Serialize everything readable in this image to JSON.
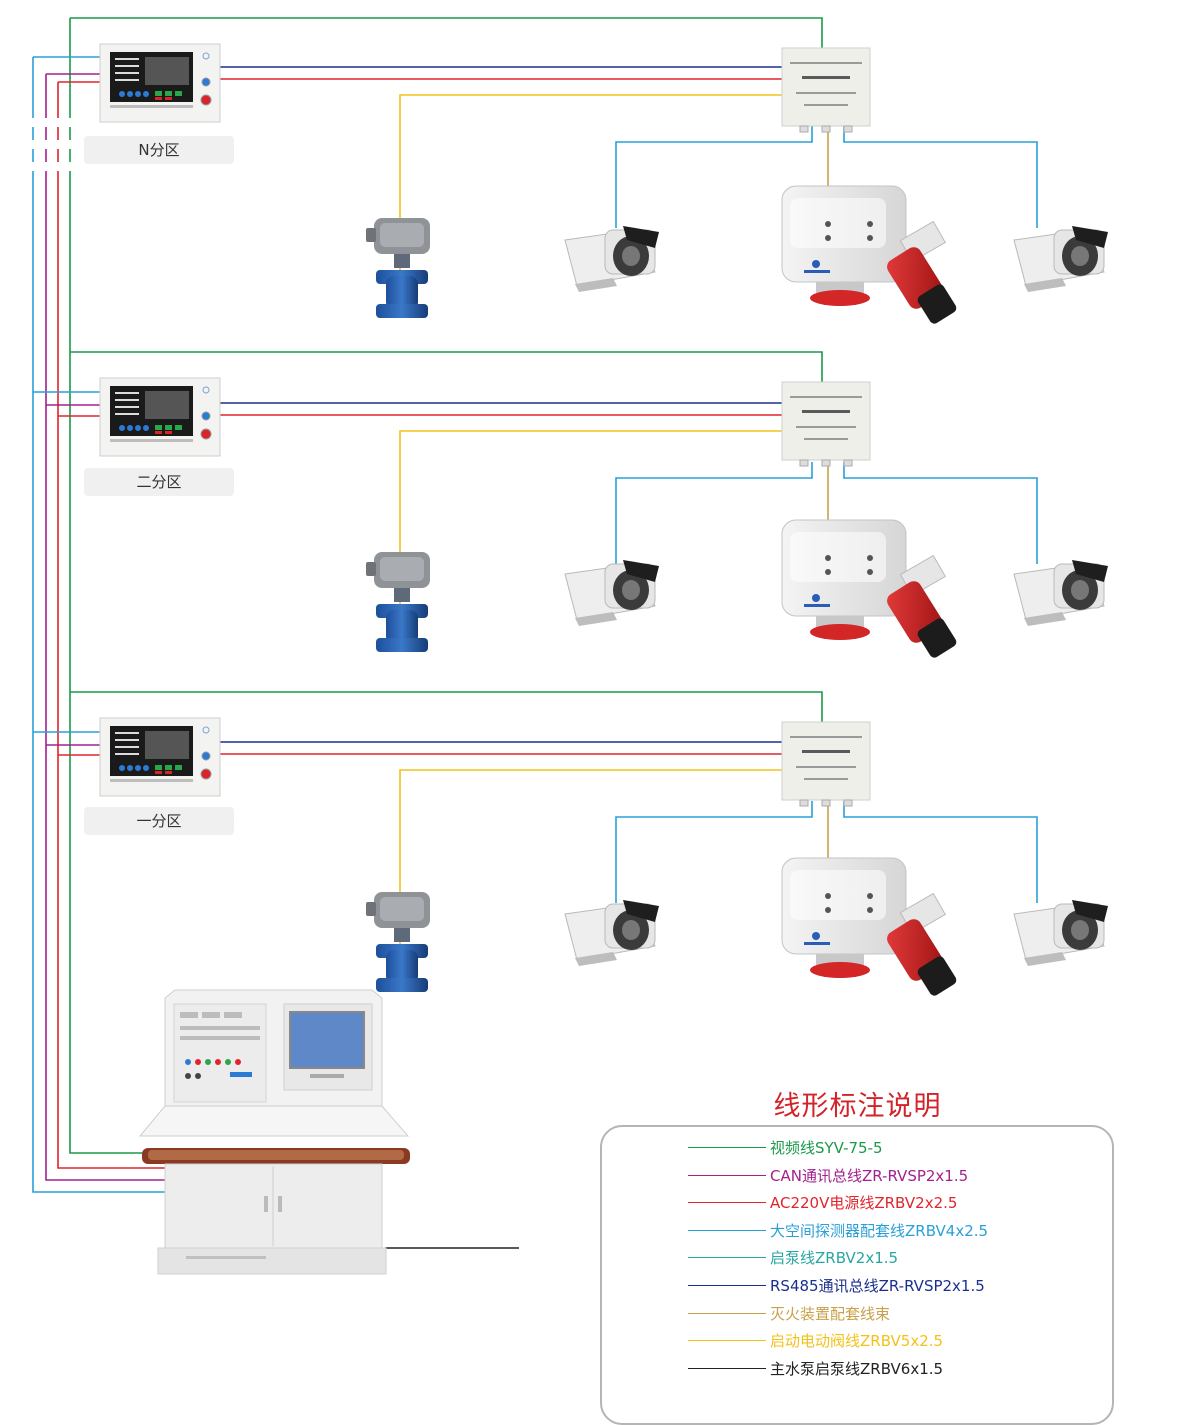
{
  "zones": [
    {
      "label": "N分区"
    },
    {
      "label": "二分区"
    },
    {
      "label": "一分区"
    }
  ],
  "legend": {
    "title": "线形标注说明",
    "items": [
      {
        "label": "视频线SYV-75-5",
        "color": "#1a9a4a"
      },
      {
        "label": "CAN通讯总线ZR-RVSP2x1.5",
        "color": "#a3218e"
      },
      {
        "label": "AC220V电源线ZRBV2x2.5",
        "color": "#e0252b"
      },
      {
        "label": "大空间探测器配套线ZRBV4x2.5",
        "color": "#2aa0d8"
      },
      {
        "label": "启泵线ZRBV2x1.5",
        "color": "#2aa6a0"
      },
      {
        "label": "RS485通讯总线ZR-RVSP2x1.5",
        "color": "#1b2f8f"
      },
      {
        "label": "灭火装置配套线束",
        "color": "#c8a24a"
      },
      {
        "label": "启动电动阀线ZRBV5x2.5",
        "color": "#f2c21b"
      },
      {
        "label": "主水泵启泵线ZRBV6x1.5",
        "color": "#222222"
      }
    ]
  }
}
